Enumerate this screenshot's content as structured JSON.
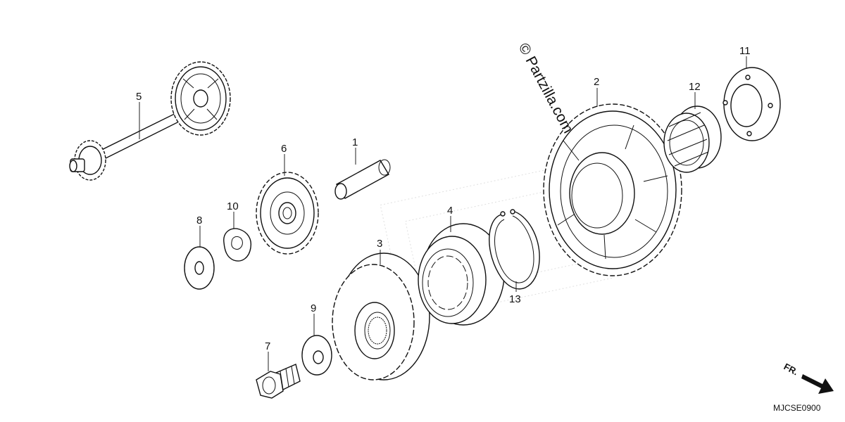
{
  "watermark": "© Partzilla.com",
  "diagram_code": "MJCSE0900",
  "direction_label": "FR.",
  "callouts": [
    "1",
    "2",
    "3",
    "4",
    "5",
    "6",
    "7",
    "8",
    "9",
    "10",
    "11",
    "12",
    "13"
  ],
  "colors": {
    "line": "#111111",
    "background": "#ffffff",
    "ghost_watermark": "#d0d0d0"
  }
}
